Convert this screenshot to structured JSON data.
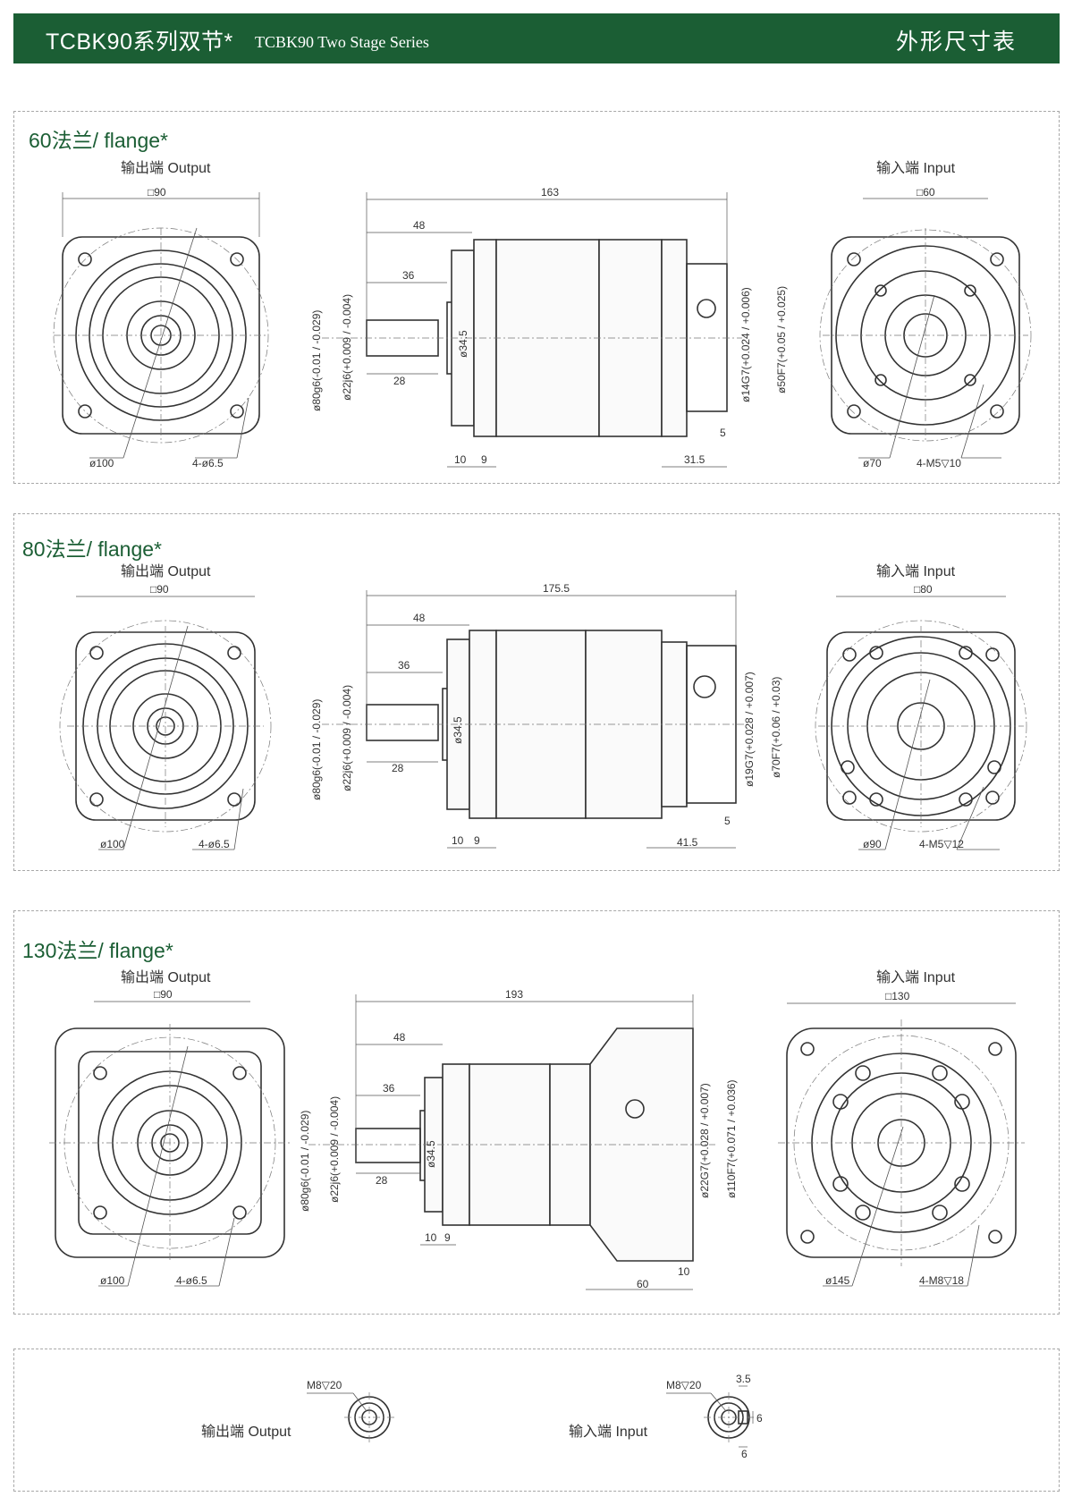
{
  "header": {
    "title_cn": "TCBK90系列双节*",
    "title_en": "TCBK90 Two Stage   Series",
    "right_title": "外形尺寸表"
  },
  "labels": {
    "output": "输出端  Output",
    "input": "输入端  Input"
  },
  "sections": [
    {
      "title": "60法兰/ flange*",
      "output_square": "□90",
      "out_pcd": "ø100",
      "out_holes": "4-ø6.5",
      "total_len": "163",
      "len_48": "48",
      "len_36": "36",
      "len_28": "28",
      "d_shaft_cap": "ø80g6(-0.01 / -0.029)",
      "d_key": "ø22j6(+0.009 / -0.004)",
      "d_boss": "ø34.5",
      "len_10": "10",
      "len_9": "9",
      "len_in": "31.5",
      "len_5": "5",
      "d_in_bore": "ø14G7(+0.024 / +0.006)",
      "d_in_pilot": "ø50F7(+0.05 / +0.025)",
      "input_square": "□60",
      "in_pcd": "ø70",
      "in_holes": "4-M5▽10"
    },
    {
      "title": "80法兰/ flange*",
      "output_square": "□90",
      "out_pcd": "ø100",
      "out_holes": "4-ø6.5",
      "total_len": "175.5",
      "len_48": "48",
      "len_36": "36",
      "len_28": "28",
      "d_shaft_cap": "ø80g6(-0.01 / -0.029)",
      "d_key": "ø22j6(+0.009 / -0.004)",
      "d_boss": "ø34.5",
      "len_10": "10",
      "len_9": "9",
      "len_in": "41.5",
      "len_5": "5",
      "d_in_bore": "ø19G7(+0.028 / +0.007)",
      "d_in_pilot": "ø70F7(+0.06 / +0.03)",
      "input_square": "□80",
      "in_pcd": "ø90",
      "in_holes": "4-M5▽12"
    },
    {
      "title": "130法兰/ flange*",
      "output_square": "□90",
      "out_pcd": "ø100",
      "out_holes": "4-ø6.5",
      "total_len": "193",
      "len_48": "48",
      "len_36": "36",
      "len_28": "28",
      "d_shaft_cap": "ø80g6(-0.01 / -0.029)",
      "d_key": "ø22j6(+0.009 / -0.004)",
      "d_boss": "ø34.5",
      "len_10": "10",
      "len_9": "9",
      "len_in": "60",
      "len_5": "10",
      "d_in_bore": "ø22G7(+0.028 / +0.007)",
      "d_in_pilot": "ø110F7(+0.071 / +0.036)",
      "input_square": "□130",
      "in_pcd": "ø145",
      "in_holes": "4-M8▽18"
    }
  ],
  "bottom": {
    "out_label": "输出端  Output",
    "out_tap": "M8▽20",
    "in_label": "输入端  Input",
    "in_tap": "M8▽20",
    "in_d1": "3.5",
    "in_d2": "6",
    "in_d3": "6"
  },
  "colors": {
    "brand_green": "#1b5e34"
  }
}
